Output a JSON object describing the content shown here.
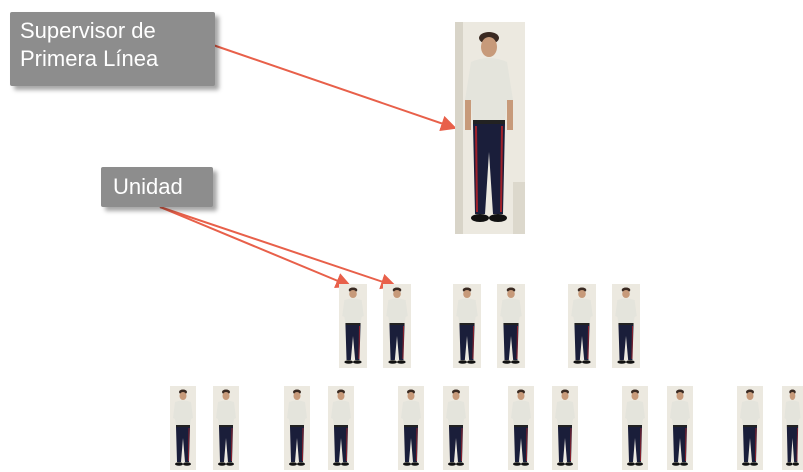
{
  "labels": {
    "supervisor_line1": "Supervisor de",
    "supervisor_line2": "Primera Línea",
    "unit": "Unidad"
  },
  "colors": {
    "label_bg": "#8d8d8d",
    "label_text": "#ffffff",
    "arrow": "#e8604a",
    "shirt": "#e4e4dc",
    "trousers": "#1a1e3a",
    "stripe": "#a0202a",
    "wall": "#ece9e0"
  }
}
